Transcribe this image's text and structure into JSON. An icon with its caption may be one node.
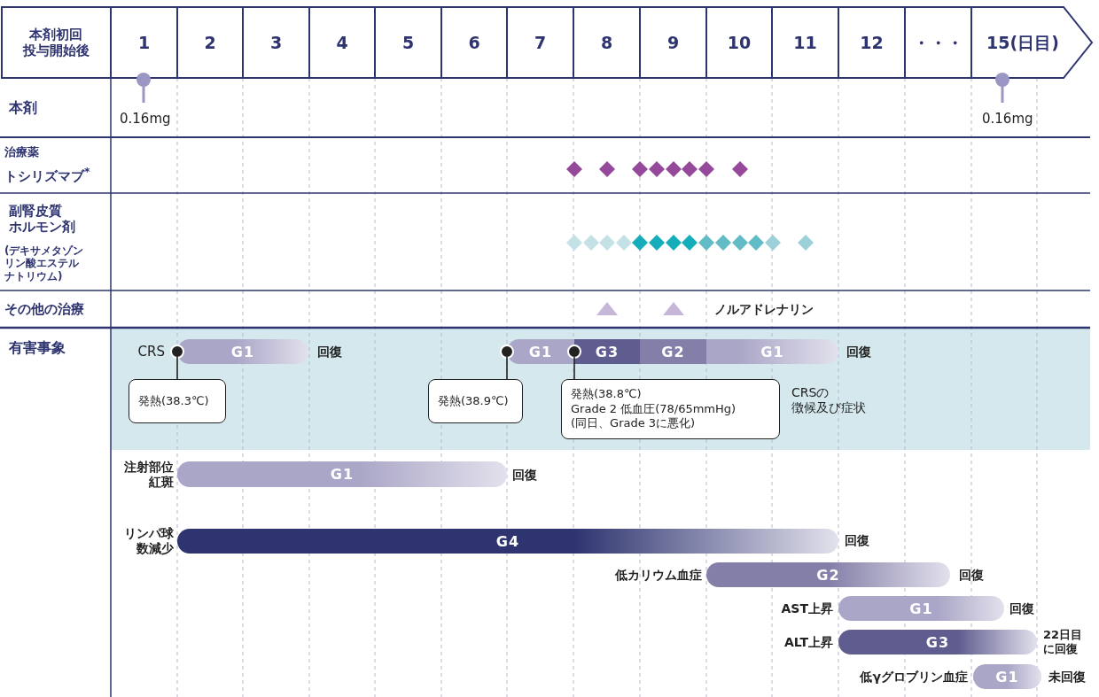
{
  "diagram": {
    "nodes": [
      {
        "text": [
          "G1"
        ],
        "beside": [
          "回復"
        ]
      },
      {
        "text": [],
        "shape": "circle"
      },
      {
        "text": [
          "発熱(38.3℃)"
        ]
      },
      {
        "text": [
          "G1"
        ]
      },
      {
        "text": [],
        "shape": "circle"
      },
      {
        "text": [
          "発熱(38.9℃)"
        ]
      },
      {
        "text": [
          "G3"
        ]
      },
      {
        "text": [],
        "shape": "circle"
      },
      {
        "text": [
          "発熱(38.8℃)",
          "Grade 2 低血圧(78/65mmHg)",
          "(同日、Grade 3に悪化)"
        ]
      },
      {
        "text": [
          "G2"
        ]
      },
      {
        "text": [
          "G1"
        ],
        "beside": [
          "回復"
        ]
      },
      {
        "text": [
          "G1"
        ],
        "beside": [
          "注射部位紅斑",
          "回復"
        ]
      },
      {
        "text": [
          "G4"
        ],
        "beside": [
          "リンパ球数減少",
          "回復"
        ]
      },
      {
        "text": [
          "G2"
        ],
        "beside": [
          "低カリウム血症",
          "回復"
        ]
      },
      {
        "text": [
          "G1"
        ],
        "beside": [
          "AST上昇",
          "回復"
        ]
      },
      {
        "text": [
          "G3"
        ],
        "beside": [
          "ALT上昇",
          "22日目に回復"
        ]
      },
      {
        "text": [
          "G1"
        ],
        "beside": [
          "低γグロブリン血症",
          "未回復"
        ]
      }
    ],
    "edges": [
      {
        "from": 2,
        "to": 1,
        "arrow": "none"
      },
      {
        "from": 5,
        "to": 4,
        "arrow": "none"
      },
      {
        "from": 8,
        "to": 7,
        "arrow": "none"
      }
    ],
    "labels": [
      "本剤初回投与開始後",
      "1",
      "2",
      "3",
      "4",
      "5",
      "6",
      "7",
      "8",
      "9",
      "10",
      "11",
      "12",
      "・・・",
      "15(日目)",
      "本剤",
      "0.16mg",
      "0.16mg",
      "治療薬",
      "トシリズマブ$^{*}$",
      "副腎皮質ホルモン剤",
      "(デキサメタゾンリン酸エステルナトリウム)",
      "その他の治療",
      "ノルアドレナリン",
      "有害事象",
      "CRS",
      "CRSの徴候及び症状"
    ]
  }
}
